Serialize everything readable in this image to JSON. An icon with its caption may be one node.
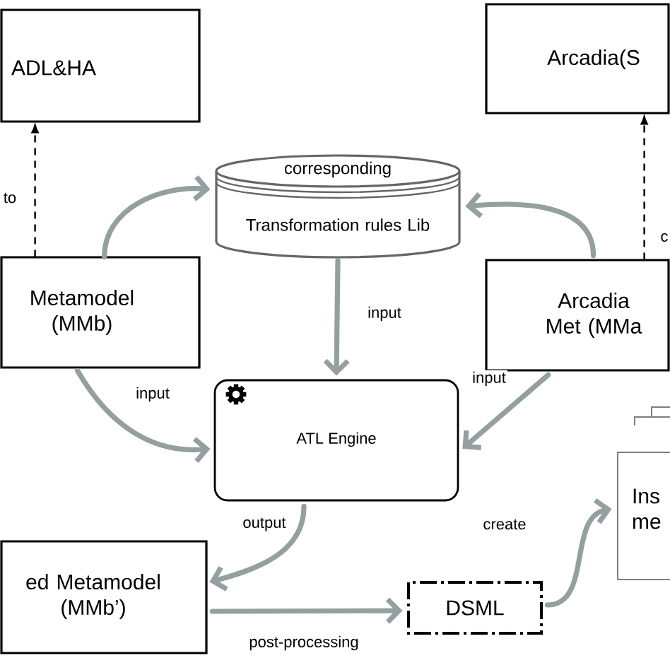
{
  "diagram": {
    "nodes": [
      {
        "text": [
          "ADL&HA"
        ]
      },
      {
        "text": [
          "Arcadia(S"
        ]
      },
      {
        "text": [
          "corresponding",
          "Transformation rules Lib"
        ]
      },
      {
        "text": [
          "Metamodel (MMb)"
        ]
      },
      {
        "text": [
          "Arcadia Met (MMa"
        ]
      },
      {
        "text": [
          "ATL Engine"
        ]
      },
      {
        "text": [
          "ed Metamodel (MMb’)"
        ]
      },
      {
        "text": [
          "DSML"
        ]
      },
      {
        "text": [
          "Ins me"
        ]
      }
    ],
    "edges": [
      {
        "from": 3,
        "to": 0,
        "arrow": "to",
        "label": "to",
        "style": "dashed",
        "color": "#000000"
      },
      {
        "from": 4,
        "to": 1,
        "arrow": "to",
        "label": "c",
        "style": "dashed",
        "color": "#000000"
      },
      {
        "from": 3,
        "to": 2,
        "arrow": "to"
      },
      {
        "from": 4,
        "to": 2,
        "arrow": "to"
      },
      {
        "from": 2,
        "to": 5,
        "arrow": "to",
        "label": "input"
      },
      {
        "from": 3,
        "to": 5,
        "arrow": "to",
        "label": "input"
      },
      {
        "from": 4,
        "to": 5,
        "arrow": "to",
        "label": "input"
      },
      {
        "from": 5,
        "to": 6,
        "arrow": "to",
        "label": "output"
      },
      {
        "from": 6,
        "to": 7,
        "arrow": "to",
        "label": "post-processing"
      },
      {
        "from": 7,
        "to": 8,
        "arrow": "to",
        "label": "create"
      }
    ]
  }
}
